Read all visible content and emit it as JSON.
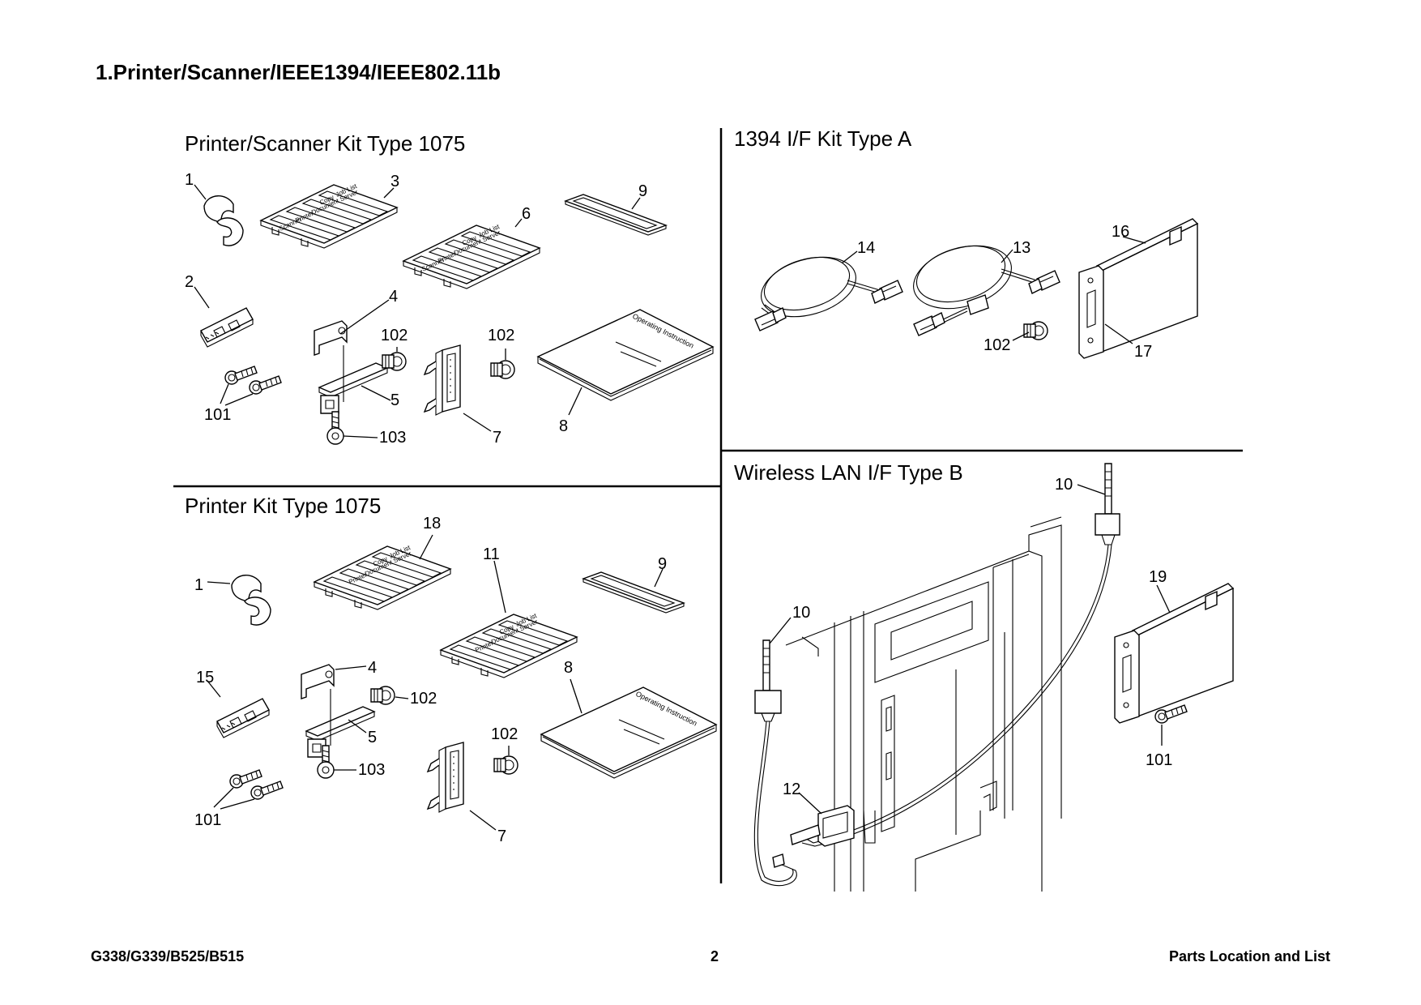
{
  "title": "1.Printer/Scanner/IEEE1394/IEEE802.11b",
  "sections": {
    "printer_scanner": "Printer/Scanner Kit Type 1075",
    "printer": "Printer Kit Type 1075",
    "ieee1394": "1394 I/F Kit Type A",
    "wireless": "Wireless LAN I/F Type B"
  },
  "labels": {
    "ps": [
      "1",
      "2",
      "3",
      "4",
      "5",
      "6",
      "7",
      "8",
      "9",
      "101",
      "102",
      "102",
      "103"
    ],
    "pr": [
      "1",
      "4",
      "5",
      "7",
      "8",
      "9",
      "11",
      "15",
      "18",
      "101",
      "102",
      "102",
      "103"
    ],
    "fw": [
      "13",
      "14",
      "16",
      "17",
      "102"
    ],
    "wl": [
      "10",
      "10",
      "12",
      "19",
      "101"
    ]
  },
  "panel_text": {
    "job_list": "Job List",
    "copy": "Copy",
    "document_server": "Document Server",
    "printer": "Printer",
    "scanner": "Scanner",
    "manual": "Operating Instruction"
  },
  "footer": {
    "left": "G338/G339/B525/B515",
    "center": "2",
    "right": "Parts Location and List"
  }
}
